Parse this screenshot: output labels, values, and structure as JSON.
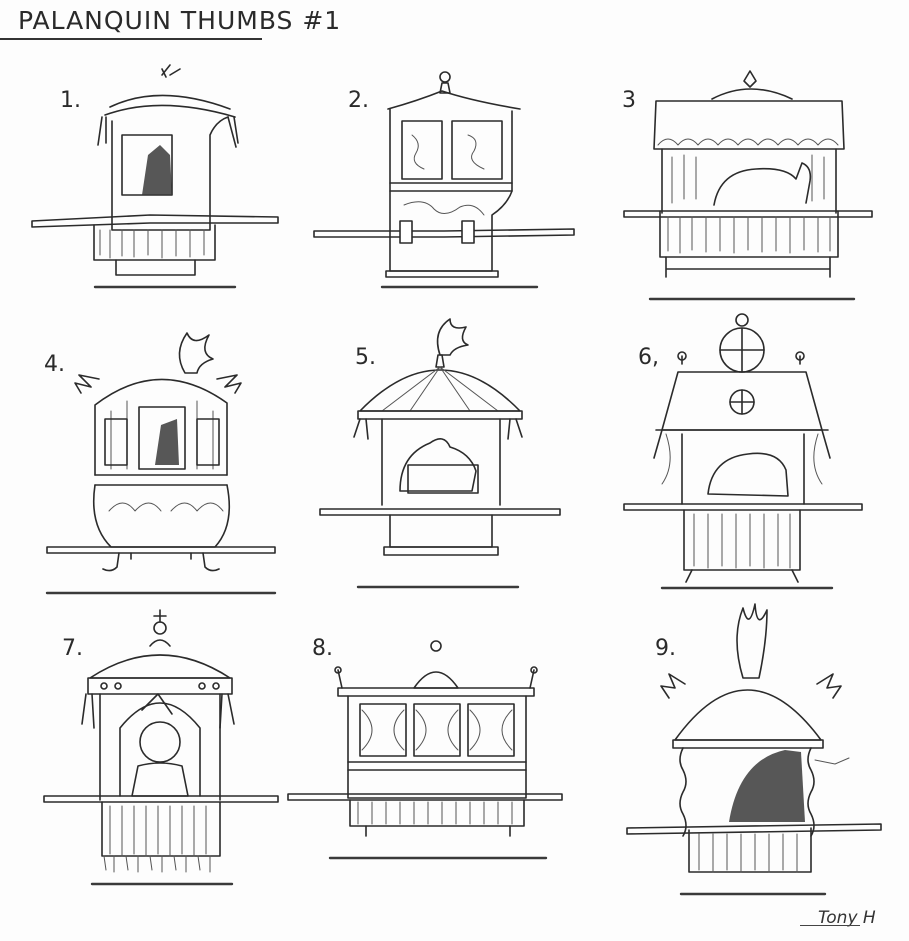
{
  "title": "PALANQUIN THUMBS #1",
  "signature": "Tony H",
  "thumbs": [
    {
      "label": "1."
    },
    {
      "label": "2."
    },
    {
      "label": "3"
    },
    {
      "label": "4."
    },
    {
      "label": "5."
    },
    {
      "label": "6,"
    },
    {
      "label": "7."
    },
    {
      "label": "8."
    },
    {
      "label": "9."
    }
  ],
  "colors": {
    "ink": "#2b2b2b",
    "paper": "#fdfdfd"
  }
}
